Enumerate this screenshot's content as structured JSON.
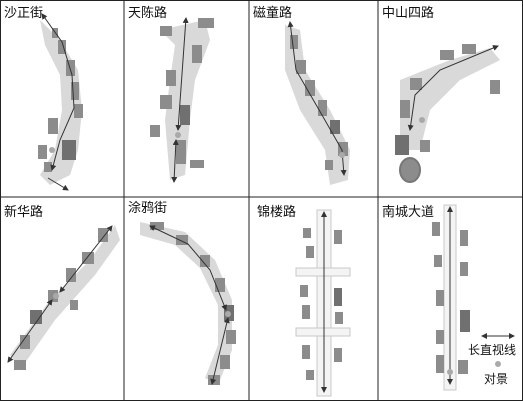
{
  "panels": [
    {
      "id": "shazhengjie",
      "title": "沙正街"
    },
    {
      "id": "tianchenlu",
      "title": "天陈路"
    },
    {
      "id": "citonglu",
      "title": "磁童路"
    },
    {
      "id": "zhongshansilu",
      "title": "中山四路"
    },
    {
      "id": "xinhualu",
      "title": "新华路"
    },
    {
      "id": "tuyajie",
      "title": "涂鸦街"
    },
    {
      "id": "jinqilu",
      "title": "锦楼路"
    },
    {
      "id": "nanchengdadao",
      "title": "南城大道"
    }
  ],
  "legend": {
    "sightline_label": "长直视线",
    "landmark_label": "对景"
  },
  "colors": {
    "building": "#8c8c8c",
    "sightline": "#333333",
    "landmark_dot": "#a9a9a9"
  }
}
